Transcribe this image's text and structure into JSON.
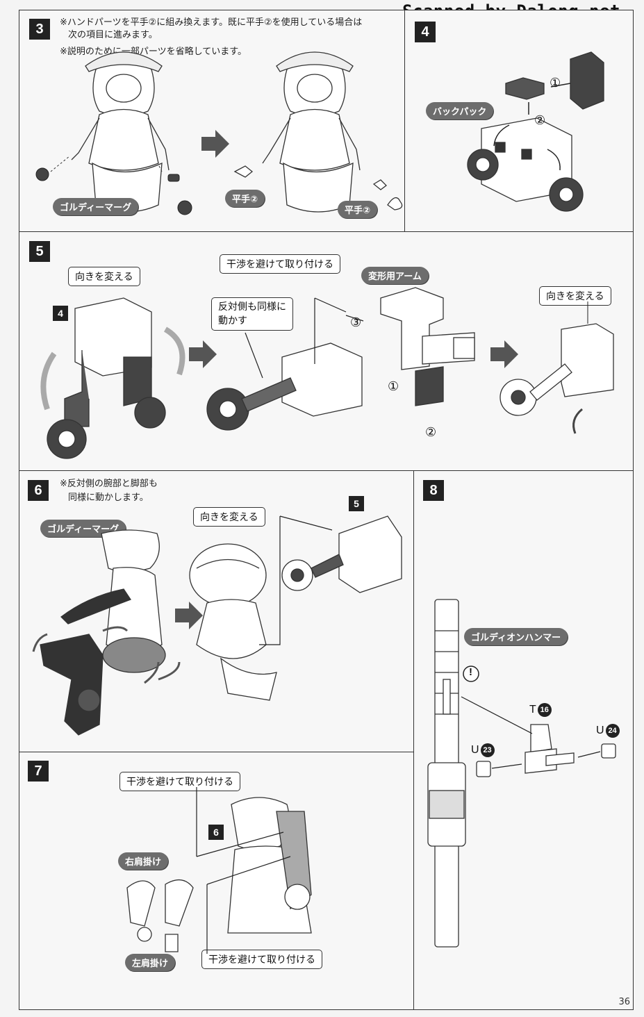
{
  "watermark": "Scanned by Dalong.net",
  "page_number": "36",
  "steps": {
    "s3": {
      "num": "3",
      "note1": "※ハンドパーツを平手②に組み換えます。既に平手②を使用している場合は",
      "note2": "次の項目に進みます。",
      "note3": "※説明のために一部パーツを省略しています。",
      "tag_char": "ゴルディーマーグ",
      "tag_hand_left": "平手②",
      "tag_hand_right": "平手②"
    },
    "s4": {
      "num": "4",
      "tag": "バックパック",
      "step1": "①",
      "step2": "②"
    },
    "s5": {
      "num": "5",
      "callout_turn1": "向きを変える",
      "ref_num": "4",
      "callout_avoid": "干渉を避けて取り付ける",
      "callout_opposite_1": "反対側も同様に",
      "callout_opposite_2": "動かす",
      "tag_arm": "変形用アーム",
      "step1": "①",
      "step2": "②",
      "step3": "③",
      "callout_turn2": "向きを変える"
    },
    "s6": {
      "num": "6",
      "note1": "※反対側の腕部と脚部も",
      "note2": "同様に動かします。",
      "tag_char": "ゴルディーマーグ",
      "callout_turn": "向きを変える",
      "ref_num": "5"
    },
    "s7": {
      "num": "7",
      "callout_avoid_top": "干渉を避けて取り付ける",
      "ref_num": "6",
      "tag_right": "右肩掛け",
      "tag_left": "左肩掛け",
      "callout_avoid_bottom": "干渉を避けて取り付ける"
    },
    "s8": {
      "num": "8",
      "tag_hammer": "ゴルディオンハンマー",
      "part_t": "T",
      "part_t_num": "16",
      "part_u1": "U",
      "part_u1_num": "23",
      "part_u2": "U",
      "part_u2_num": "24",
      "warning": "!"
    }
  }
}
